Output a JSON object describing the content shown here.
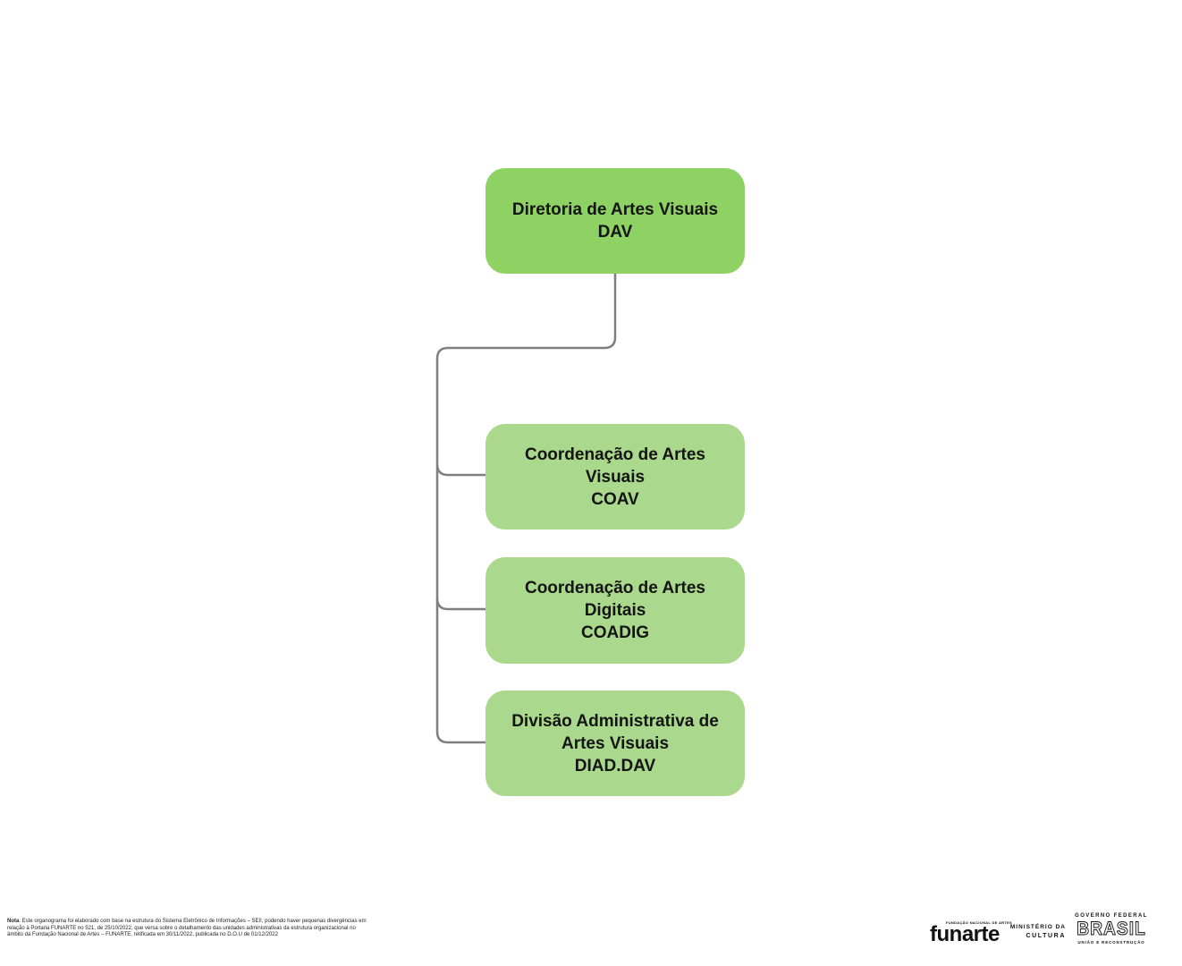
{
  "theme": {
    "background": "#ffffff",
    "node_green_primary": "#8ed263",
    "node_green_secondary": "#aad88c",
    "connector_gray": "#7f7f7f",
    "text_color": "#141414"
  },
  "org_chart": {
    "nodes": [
      {
        "lines": [
          "Diretoria de Artes Visuais",
          "DAV"
        ]
      },
      {
        "lines": [
          "Coordenação de Artes",
          "Visuais",
          "COAV"
        ]
      },
      {
        "lines": [
          "Coordenação de Artes",
          "Digitais",
          "COADIG"
        ]
      },
      {
        "lines": [
          "Divisão Administrativa de",
          "Artes Visuais",
          "DIAD.DAV"
        ]
      }
    ]
  },
  "footnote": {
    "label": "Nota",
    "lines": [
      ": Este organograma foi elaborado com base na estrutura do Sistema Eletrônico de Informações – SEI!, podendo haver pequenas divergências em",
      "relação à Portaria FUNARTE no 521, de 25/10/2022, que versa sobre o detalhamento das unidades administrativas da estrutura organizacional no",
      "âmbito da Fundação Nacional de Artes – FUNARTE, retificada em 30/11/2022, publicada no D.O.U de 01/12/2022"
    ]
  },
  "logos": {
    "funarte": {
      "tagline": "FUNDAÇÃO NACIONAL DE ARTES",
      "wordmark": "funarte"
    },
    "ministerio": {
      "line1": "MINISTÉRIO DA",
      "line2": "CULTURA"
    },
    "governo": {
      "top": "GOVERNO FEDERAL",
      "wordmark": "BRASIL",
      "bottom": "UNIÃO E RECONSTRUÇÃO"
    }
  }
}
